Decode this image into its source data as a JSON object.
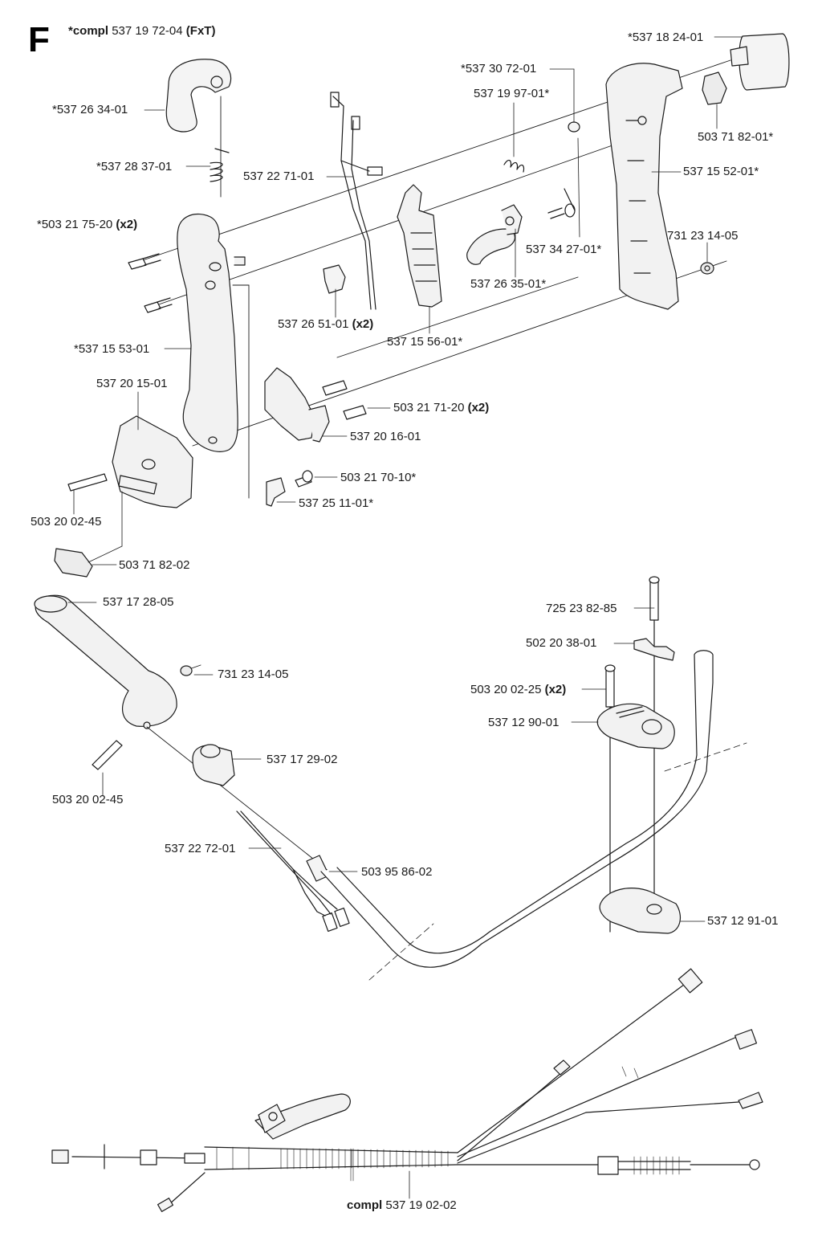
{
  "section": "F",
  "title": {
    "prefix": "*compl",
    "number": "537 19 72-04",
    "variant": "(FxT)"
  },
  "footer": {
    "prefix": "compl",
    "number": "537 19 02-02"
  },
  "callouts": [
    {
      "id": "c1",
      "text": "*537 18 24-01",
      "qty": ""
    },
    {
      "id": "c2",
      "text": "*537 30 72-01",
      "qty": ""
    },
    {
      "id": "c3",
      "text": "537 19 97-01*",
      "qty": ""
    },
    {
      "id": "c4",
      "text": "*537 26 34-01",
      "qty": ""
    },
    {
      "id": "c5",
      "text": "503 71 82-01*",
      "qty": ""
    },
    {
      "id": "c6",
      "text": "*537 28 37-01",
      "qty": ""
    },
    {
      "id": "c7",
      "text": "537 22 71-01",
      "qty": ""
    },
    {
      "id": "c8",
      "text": "537 15 52-01*",
      "qty": ""
    },
    {
      "id": "c9",
      "text": "*503 21 75-20",
      "qty": "(x2)"
    },
    {
      "id": "c10",
      "text": "731 23 14-05",
      "qty": ""
    },
    {
      "id": "c11",
      "text": "537 34 27-01*",
      "qty": ""
    },
    {
      "id": "c12",
      "text": "537 26 35-01*",
      "qty": ""
    },
    {
      "id": "c13",
      "text": "537 26 51-01",
      "qty": "(x2)"
    },
    {
      "id": "c14",
      "text": "537 15 56-01*",
      "qty": ""
    },
    {
      "id": "c15",
      "text": "*537 15 53-01",
      "qty": ""
    },
    {
      "id": "c16",
      "text": "537 20 15-01",
      "qty": ""
    },
    {
      "id": "c17",
      "text": "503 21 71-20",
      "qty": "(x2)"
    },
    {
      "id": "c18",
      "text": "537 20 16-01",
      "qty": ""
    },
    {
      "id": "c19",
      "text": "503 21 70-10*",
      "qty": ""
    },
    {
      "id": "c20",
      "text": "537 25 11-01*",
      "qty": ""
    },
    {
      "id": "c21",
      "text": "503 20 02-45",
      "qty": ""
    },
    {
      "id": "c22",
      "text": "503 71 82-02",
      "qty": ""
    },
    {
      "id": "c23",
      "text": "537 17 28-05",
      "qty": ""
    },
    {
      "id": "c24",
      "text": "725 23 82-85",
      "qty": ""
    },
    {
      "id": "c25",
      "text": "502 20 38-01",
      "qty": ""
    },
    {
      "id": "c26",
      "text": "731 23 14-05",
      "qty": ""
    },
    {
      "id": "c27",
      "text": "503 20 02-25",
      "qty": "(x2)"
    },
    {
      "id": "c28",
      "text": "537 12 90-01",
      "qty": ""
    },
    {
      "id": "c29",
      "text": "537 17 29-02",
      "qty": ""
    },
    {
      "id": "c30",
      "text": "503 20 02-45",
      "qty": ""
    },
    {
      "id": "c31",
      "text": "537 22 72-01",
      "qty": ""
    },
    {
      "id": "c32",
      "text": "503 95 86-02",
      "qty": ""
    },
    {
      "id": "c33",
      "text": "537 12 91-01",
      "qty": ""
    }
  ]
}
